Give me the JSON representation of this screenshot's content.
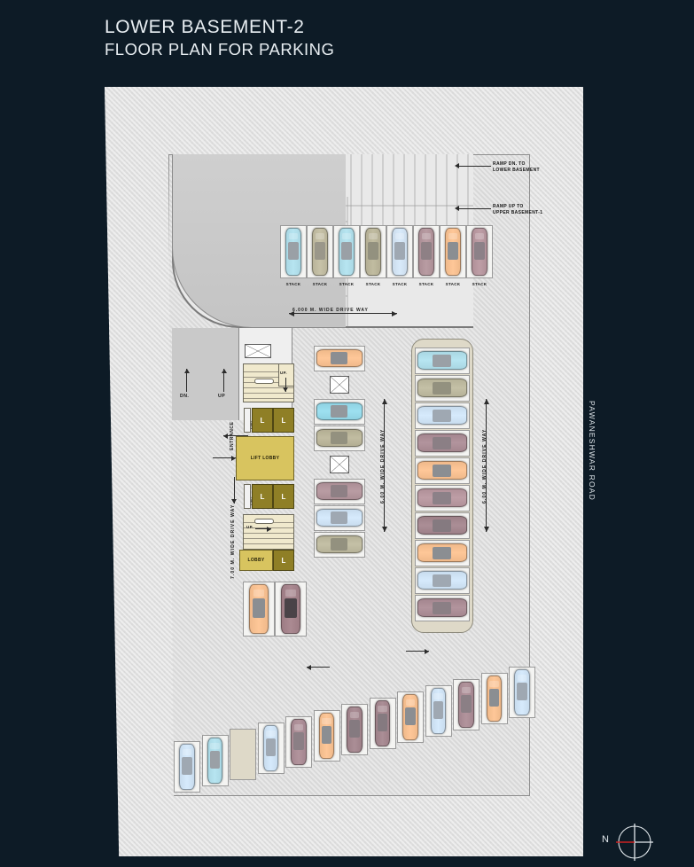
{
  "header": {
    "line1": "LOWER BASEMENT-2",
    "line2": "FLOOR PLAN FOR PARKING"
  },
  "plan": {
    "road_label": "PAWANESHWAR ROAD",
    "compass_label": "N",
    "callouts": [
      {
        "id": "ramp-down",
        "text_line1": "RAMP DN. TO",
        "text_line2": "LOWER BASEMENT"
      },
      {
        "id": "ramp-up",
        "text_line1": "RAMP  UP TO",
        "text_line2": "UPPER BASEMENT-1"
      }
    ],
    "dimensions": {
      "top_driveway": "6.000 M. WIDE DRIVE WAY",
      "left_driveway": "7.00 M. WIDE DRIVE WAY",
      "mid_driveway": "6.00 M. WIDE DRIVE WAY",
      "right_driveway": "6.00 M. WIDE DRIVE WAY"
    },
    "circulation": {
      "down_label": "DN.",
      "up_label": "UP",
      "entrance_label": "ENTRANCE",
      "stair_up_1": "UP.",
      "stair_up_2": "UP."
    },
    "core": {
      "lift_lobby_label": "LIFT LOBBY",
      "lobby_label": "LOBBY",
      "lift_label": "L",
      "fire_door_label": "F.D.",
      "lifts": [
        "L",
        "L",
        "L",
        "L",
        "L"
      ],
      "fire_doors": [
        "F.D.",
        "F.D."
      ]
    },
    "stack_labels": [
      "STACK",
      "STACK",
      "STACK",
      "STACK",
      "STACK",
      "STACK",
      "STACK",
      "STACK"
    ],
    "colors": {
      "background": "#0d1b26",
      "paper": "#dedede",
      "plot": "#d8d8d8",
      "lift": "#8f7f26",
      "lobby": "#d8c45f",
      "slab": "#ddd8c4",
      "stair": "#f0e9cd",
      "ink": "#1d1d1d",
      "compass_red": "#cc2222",
      "title": "#e8eef2"
    },
    "car_rows": {
      "stack_row": [
        {
          "body": "#a9d7e3",
          "roof": "#9aa0a6"
        },
        {
          "body": "#b9b49a",
          "roof": "#9a978a"
        },
        {
          "body": "#a9d7e3",
          "roof": "#9aa0a6"
        },
        {
          "body": "#b3ae93",
          "roof": "#93917f"
        },
        {
          "body": "#cbdcec",
          "roof": "#9fa8b2"
        },
        {
          "body": "#ab8e95",
          "roof": "#8e8085"
        },
        {
          "body": "#f0b98a",
          "roof": "#8b8e92"
        },
        {
          "body": "#b09098",
          "roof": "#8c8188"
        }
      ],
      "right_column": [
        {
          "body": "#a9d7e3",
          "roof": "#9aa0a6"
        },
        {
          "body": "#b6b298",
          "roof": "#93917f"
        },
        {
          "body": "#c8dcee",
          "roof": "#9fa8b2"
        },
        {
          "body": "#a4868f",
          "roof": "#8b7f85"
        },
        {
          "body": "#f0b98a",
          "roof": "#8b8e92"
        },
        {
          "body": "#b09098",
          "roof": "#8c8188"
        },
        {
          "body": "#9d8088",
          "roof": "#857a80"
        },
        {
          "body": "#f0b98a",
          "roof": "#8b8e92"
        },
        {
          "body": "#c8dcee",
          "roof": "#9fa8b2"
        },
        {
          "body": "#a4868f",
          "roof": "#8b7f85"
        }
      ],
      "mid_column": [
        {
          "body": "#f0b98a",
          "roof": "#8b8e92"
        },
        {
          "body": "#8fd2e2",
          "roof": "#93989d"
        },
        {
          "body": "#b3ae93",
          "roof": "#93917f"
        },
        {
          "body": "#ab8e95",
          "roof": "#8e8085"
        },
        {
          "body": "#c8dcee",
          "roof": "#9fa8b2"
        },
        {
          "body": "#b6b298",
          "roof": "#93917f"
        },
        {
          "body": "#f0b98a",
          "roof": "#8b8e92"
        },
        {
          "body": "#c8dcee",
          "roof": "#9fa8b2"
        }
      ],
      "bottom_left_pair": [
        {
          "body": "#f0b98a",
          "roof": "#8b8e92"
        },
        {
          "body": "#9d7c84",
          "roof": "#4a4348"
        }
      ],
      "bottom_row": [
        {
          "body": "#c8dcee",
          "roof": "#9fa8b2"
        },
        {
          "body": "#a9d7e3",
          "roof": "#9aa0a6"
        },
        {
          "body": "#b3ae93",
          "roof": "#93917f"
        },
        {
          "body": "#c8dcee",
          "roof": "#9fa8b2"
        },
        {
          "body": "#a4868f",
          "roof": "#8b7f85"
        },
        {
          "body": "#f0b98a",
          "roof": "#8b8e92"
        },
        {
          "body": "#9d8088",
          "roof": "#857a80"
        },
        {
          "body": "#9d8088",
          "roof": "#857a80"
        },
        {
          "body": "#f0b98a",
          "roof": "#8b8e92"
        },
        {
          "body": "#c8dcee",
          "roof": "#9fa8b2"
        },
        {
          "body": "#a4868f",
          "roof": "#8b7f85"
        },
        {
          "body": "#f0b98a",
          "roof": "#8b8e92"
        },
        {
          "body": "#c8dcee",
          "roof": "#9fa8b2"
        }
      ]
    }
  }
}
